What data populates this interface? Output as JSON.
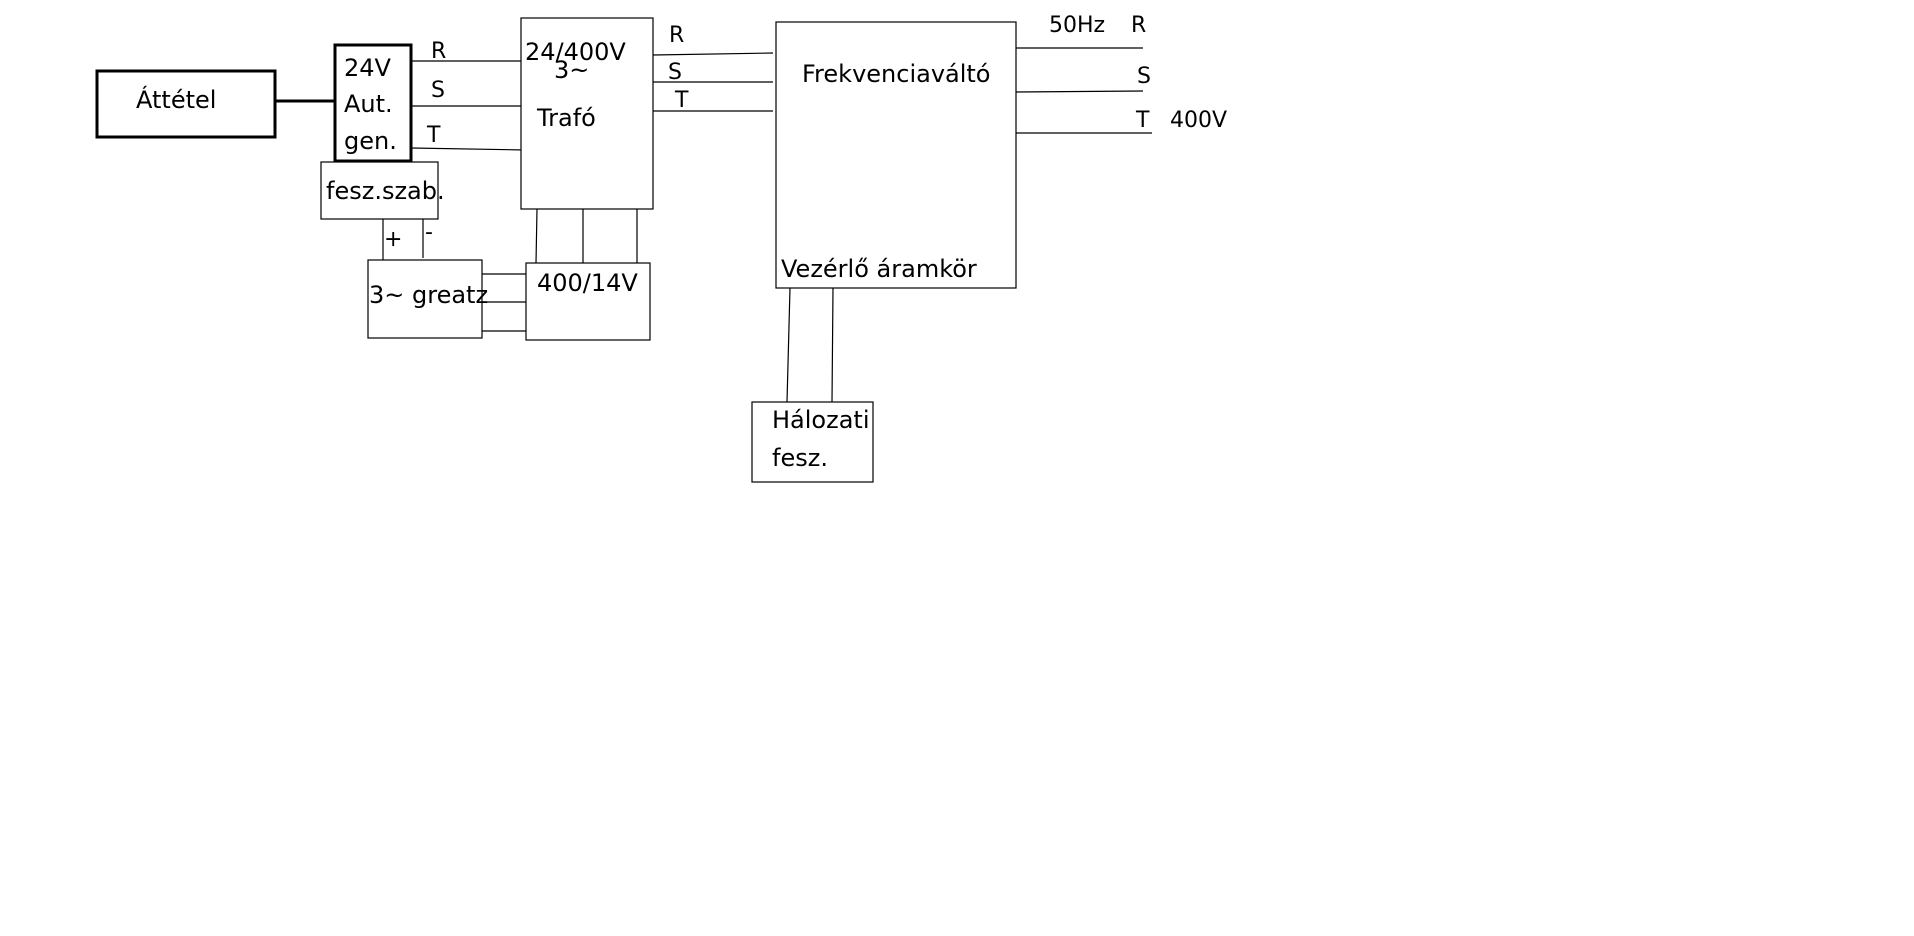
{
  "blocks": {
    "attetel": "Áttétel",
    "generator": [
      "24V",
      "Aut.",
      "gen."
    ],
    "fesz_szab": "fesz.szab.",
    "greatz": "3~ greatz",
    "trafo": {
      "rating": "24/400V",
      "phase": "3~",
      "name": "Trafó"
    },
    "small_trafo": "400/14V",
    "frekvenciavalto": "Frekvenciaváltó",
    "vezerlo": "Vezérlő áramkör",
    "halozati": [
      "Hálozati",
      "fesz."
    ]
  },
  "phases": {
    "gen_out": [
      "R",
      "S",
      "T"
    ],
    "trafo_out": [
      "R",
      "S",
      "T"
    ],
    "output": [
      "R",
      "S",
      "T"
    ]
  },
  "polarity": {
    "plus": "+",
    "minus": "-"
  },
  "output_labels": {
    "frequency": "50Hz",
    "voltage": "400V"
  }
}
